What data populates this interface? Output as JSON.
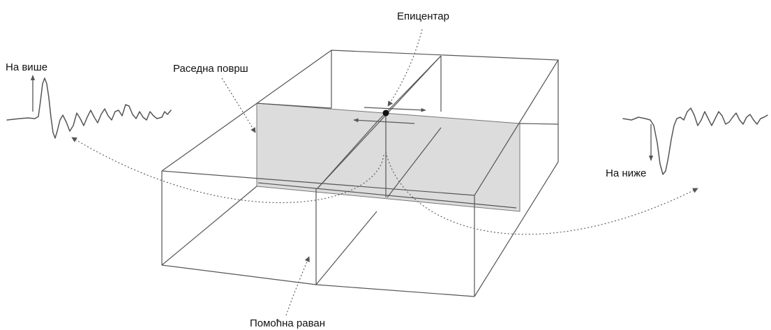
{
  "labels": {
    "epicenter": "Епицентар",
    "fault_surface": "Раседна површ",
    "auxiliary_plane": "Помоћна раван",
    "up": "На више",
    "down": "На ниже"
  },
  "colors": {
    "fault_fill": "#dcdcdc",
    "line": "#555555",
    "text": "#111111"
  }
}
